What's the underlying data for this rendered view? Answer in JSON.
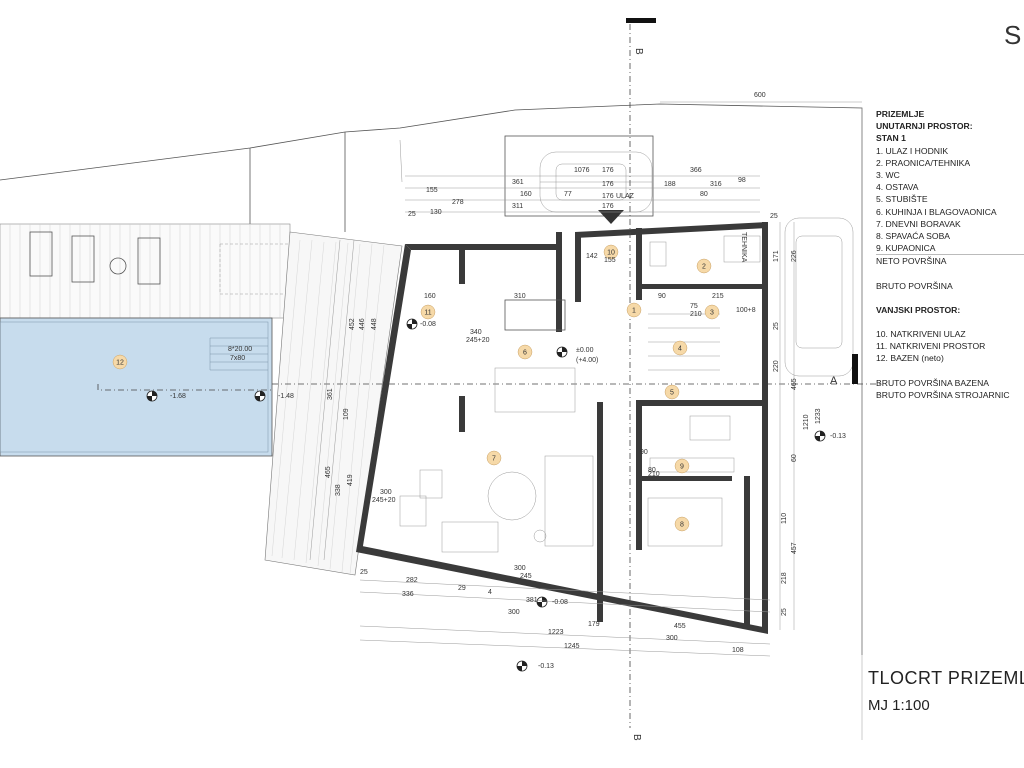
{
  "legend": {
    "heading": "PRIZEMLJE",
    "interior_heading": "UNUTARNJI PROSTOR:",
    "unit_heading": "STAN 1",
    "interior_rooms": [
      "1. ULAZ I HODNIK",
      "2. PRAONICA/TEHNIKA",
      "3. WC",
      "4. OSTAVA",
      "5. STUBIŠTE",
      "6. KUHINJA I BLAGOVAONICA",
      "7. DNEVNI BORAVAK",
      "8. SPAVAĆA SOBA",
      "9. KUPAONICA"
    ],
    "net_area": "NETO POVRŠINA",
    "gross_area": "BRUTO POVRŠINA",
    "exterior_heading": "VANJSKI PROSTOR:",
    "exterior_rooms": [
      "10. NATKRIVENI ULAZ",
      "11. NATKRIVENI PROSTOR",
      "12. BAZEN  (neto)"
    ],
    "pool_gross": "BRUTO POVRŠINA BAZENA",
    "plant_gross": "BRUTO POVRŠINA STROJARNIC"
  },
  "title": {
    "plan_name": "TLOCRT PRIZEML",
    "scale": "MJ 1:100",
    "sheet_letter": "S"
  },
  "plan": {
    "section_b": "B",
    "section_a": "A",
    "entrance_label": "ULAZ",
    "tech_label": "TEHNIKA",
    "room_numbers": [
      "1",
      "2",
      "3",
      "4",
      "5",
      "6",
      "7",
      "8",
      "9",
      "10",
      "11",
      "12"
    ],
    "levels": {
      "l_000": "±0.00",
      "l_400": "(+4.00)",
      "l_008a": "-0.08",
      "l_008b": "-0.08",
      "l_013a": "-0.13",
      "l_013b": "-0.13",
      "l_168": "-1.68",
      "l_148": "-1.48"
    },
    "dims_top": {
      "d600": "600",
      "d1076": "1076",
      "d361": "361",
      "d176a": "176",
      "d366": "366",
      "d155": "155",
      "d160": "160",
      "d77": "77",
      "d176b": "176",
      "d188": "188",
      "d316": "316",
      "d98": "98",
      "d278": "278",
      "d176c": "176",
      "d80": "80",
      "d311": "311",
      "d176d": "176",
      "d25a": "25",
      "d130": "130",
      "d25b": "25"
    },
    "dims_bottom": {
      "d282": "282",
      "d29": "29",
      "d336": "336",
      "d4": "4",
      "d381": "381",
      "d300a": "300",
      "d179": "179",
      "d455": "455",
      "d1223": "1223",
      "d300b": "300",
      "d1245": "1245",
      "d108": "108",
      "d25": "25"
    },
    "dims_right": {
      "d171": "171",
      "d226": "226",
      "d25a": "25",
      "d220": "220",
      "d465": "465",
      "d1210": "1210",
      "d1233": "1233",
      "d60": "60",
      "d110": "110",
      "d457": "457",
      "d218": "218",
      "d25b": "25"
    },
    "dims_left": {
      "d452": "452",
      "d446": "446",
      "d448": "448",
      "d361": "361",
      "d109": "109",
      "d465": "465",
      "d338": "338",
      "d419": "419"
    },
    "interior_dims": {
      "i310": "310",
      "i160": "160",
      "i340": "340",
      "i245a": "245+20",
      "i300": "300",
      "i245b": "245+20",
      "i215": "215",
      "i210": "210",
      "i90": "90",
      "i75": "75",
      "i155": "155",
      "i142": "142",
      "i300b": "300",
      "i245c": "245",
      "i80": "80",
      "i100": "100+8",
      "i90b": "90",
      "i210b": "210",
      "pool_label1": "8*20.00",
      "pool_label2": "7x80"
    }
  }
}
